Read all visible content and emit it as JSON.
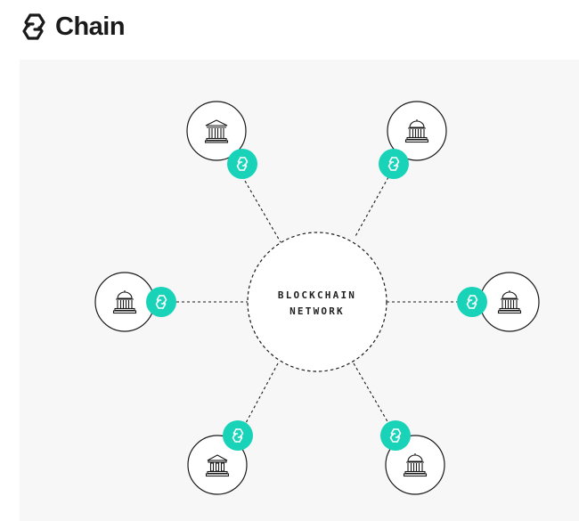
{
  "brand": {
    "name": "Chain",
    "logo_icon": "chain-hexagon-logo",
    "text_color": "#1a1a1a"
  },
  "diagram": {
    "hub": {
      "label_line1": "BLOCKCHAIN",
      "label_line2": "NETWORK"
    },
    "node_icon": "bank-building-icon",
    "badge_icon": "chain-link-icon",
    "colors": {
      "panel_bg": "#f7f7f7",
      "badge": "#19d3b9",
      "stroke": "#1a1a1a",
      "node_fill": "#ffffff"
    },
    "nodes": [
      {
        "name": "node-top-left"
      },
      {
        "name": "node-top-right"
      },
      {
        "name": "node-middle-left"
      },
      {
        "name": "node-middle-right"
      },
      {
        "name": "node-bottom-left"
      },
      {
        "name": "node-bottom-right"
      }
    ]
  }
}
